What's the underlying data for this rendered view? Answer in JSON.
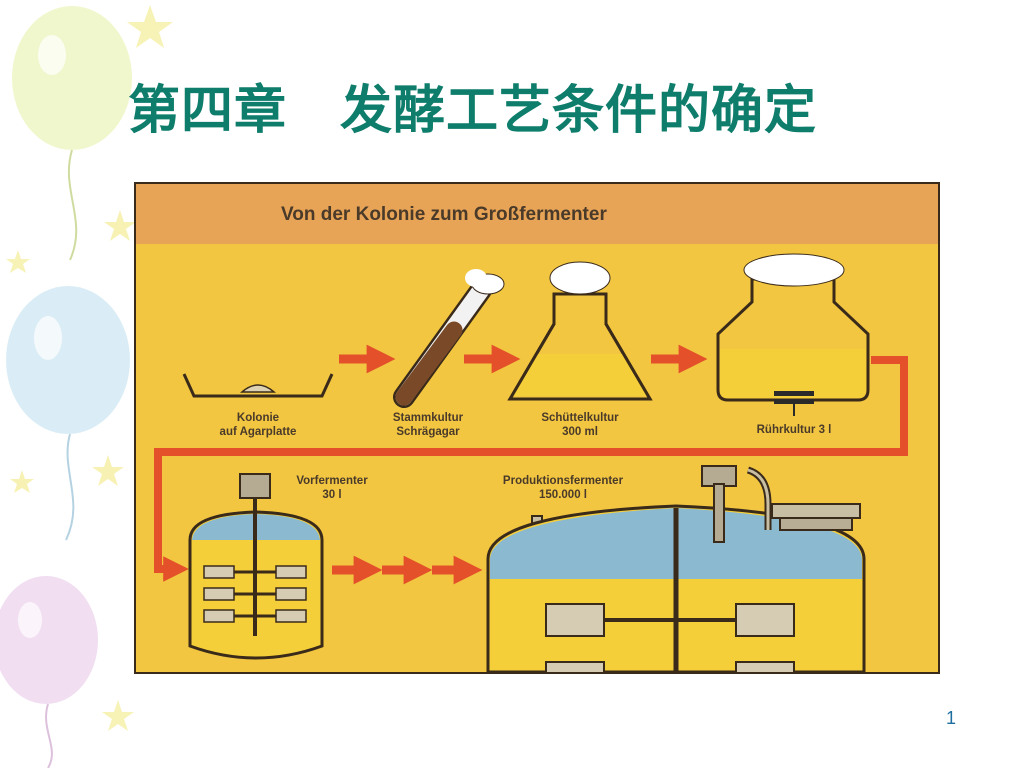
{
  "slide": {
    "title": "第四章　发酵工艺条件的确定",
    "page_number": "1"
  },
  "diagram": {
    "heading": "Von der Kolonie zum Großfermenter",
    "steps": {
      "agar_line1": "Kolonie",
      "agar_line2": "auf Agarplatte",
      "tube_line1": "Stammkultur",
      "tube_line2": "Schrägagar",
      "flask_line1": "Schüttelkultur",
      "flask_line2": "300 ml",
      "stirred_line1": "Rührkultur 3 l",
      "prefermenter_line1": "Vorfermenter",
      "prefermenter_line2": "30 l",
      "production_line1": "Produktionsfermenter",
      "production_line2": "150.000 l"
    }
  },
  "colors": {
    "title": "#0e7d6b",
    "figure_background": "#f2c640",
    "header_band": "#e8a456",
    "arrow": "#e4502a",
    "liquid": "#f5c62a",
    "headspace": "#8bb9cf",
    "page_number": "#1e6fa0"
  }
}
